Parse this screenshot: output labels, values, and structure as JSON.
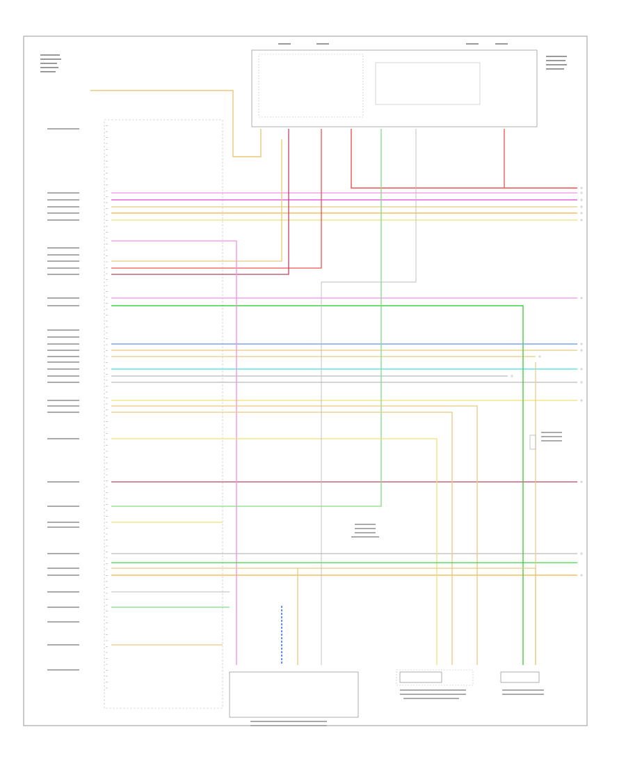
{
  "diagram": {
    "footer_code": "",
    "colors": {
      "tan": "#e8c97a",
      "yellow": "#f0e070",
      "pink": "#f48fe8",
      "magenta": "#e040e0",
      "red": "#f05050",
      "dark_red": "#c04060",
      "green": "#40d040",
      "light_green": "#7ce07c",
      "blue": "#6090f0",
      "cyan": "#40e0e0",
      "gray": "#bbbbbb",
      "orange": "#f0b040",
      "border": "#999999"
    },
    "components": [
      {
        "id": "ecm",
        "label": ""
      },
      {
        "id": "fuse-block",
        "label": ""
      },
      {
        "id": "fuel-pump-module",
        "label": ""
      },
      {
        "id": "evap-sensor",
        "label": ""
      },
      {
        "id": "fuel-tank-pressure-sensor",
        "label": ""
      },
      {
        "id": "splice-pack",
        "label": ""
      }
    ]
  }
}
